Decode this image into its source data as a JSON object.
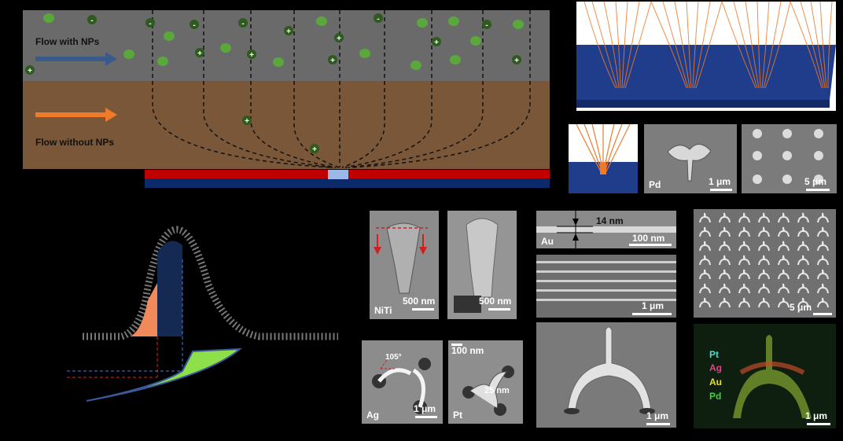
{
  "schematic": {
    "flow_with": "Flow with NPs",
    "flow_without": "Flow without NPs",
    "colors": {
      "top": "#6a6a6a",
      "bottom": "#7a5738",
      "np": "#5aa83c",
      "arrow_blue": "#3b5a8c",
      "arrow_orange": "#f07a2a",
      "electrode_red": "#c00000",
      "electrode_blue": "#0a2a6a"
    }
  },
  "sem_panels": {
    "pd_material": "Pd",
    "pd_scale": "1 μm",
    "array_scale": "5 μm",
    "niti_material": "NiTi",
    "niti_scale": "500 nm",
    "niti2_scale": "500 nm",
    "au_material": "Au",
    "au_width": "14 nm",
    "au_scale": "100 nm",
    "lines_scale": "1 μm",
    "arch_array_scale": "5 μm",
    "ag_material": "Ag",
    "ag_angle": "105°",
    "ag_scale": "1 μm",
    "pt_top_scale": "100 nm",
    "pt_gap": "25 nm",
    "pt_material": "Pt",
    "arch_scale": "1 μm",
    "eds_elements": [
      "Pt",
      "Ag",
      "Au",
      "Pd"
    ],
    "eds_colors": [
      "#3fe0d0",
      "#e0408a",
      "#e8e020",
      "#40d040"
    ],
    "eds_scale": "1 μm"
  }
}
